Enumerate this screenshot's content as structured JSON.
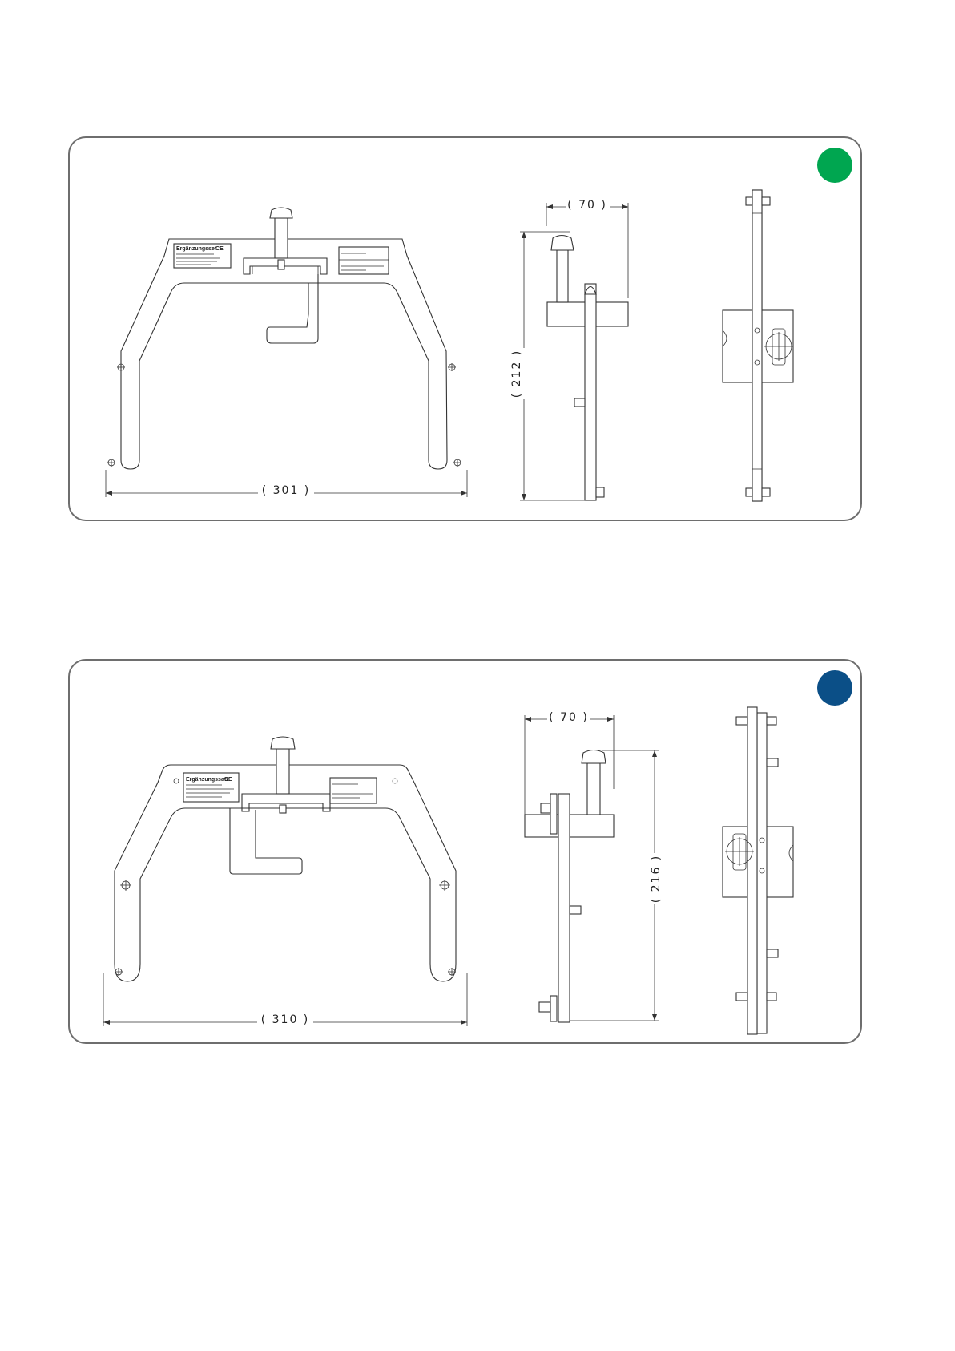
{
  "panels": [
    {
      "id": "top",
      "indicator_color": "#00a650",
      "dimensions": {
        "width": "( 301 )",
        "depth": "( 70 )",
        "height": "( 212 )"
      },
      "plate_left": {
        "title": "Ergänzungsset",
        "marking": "CE"
      },
      "plate_right": {
        "title": ""
      }
    },
    {
      "id": "bottom",
      "indicator_color": "#0b4f87",
      "dimensions": {
        "width": "( 310 )",
        "depth": "( 70 )",
        "height": "( 216 )"
      },
      "plate_left": {
        "title": "Ergänzungssatz",
        "marking": "CE"
      },
      "plate_right": {
        "title": ""
      }
    }
  ]
}
